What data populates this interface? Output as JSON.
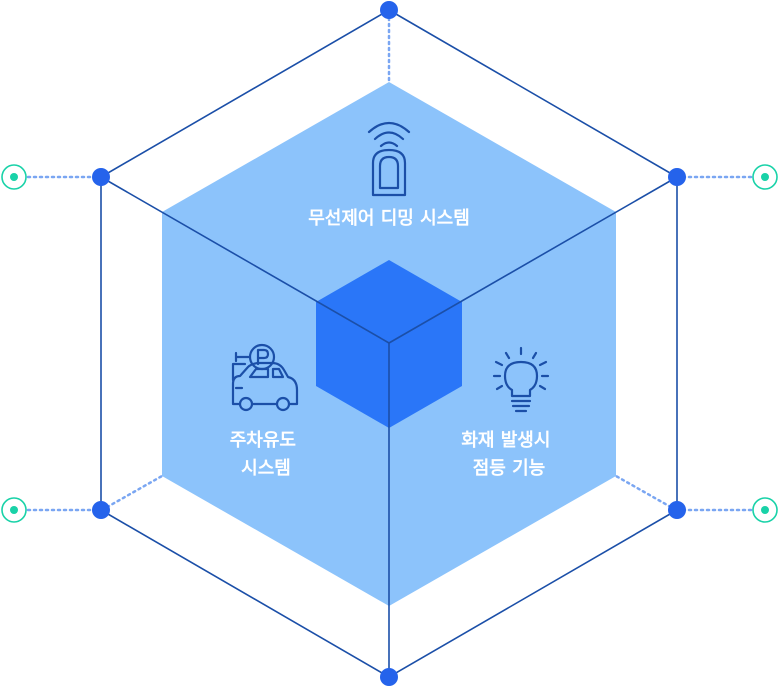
{
  "diagram": {
    "colors": {
      "outline": "#1b4fa8",
      "node": "#2563eb",
      "hex_fill": "#8cc3fb",
      "cube": "#2a76f8",
      "connector_dots": "#7aa6f2",
      "endpoint": "#19d2a8"
    },
    "segments": [
      {
        "name": "wireless-dimming-system",
        "icon": "wireless-remote-icon",
        "label_lines": [
          "무선제어 디밍 시스템"
        ]
      },
      {
        "name": "parking-guidance-system",
        "icon": "parking-car-icon",
        "label_lines": [
          "주차유도",
          "시스템"
        ]
      },
      {
        "name": "fire-emergency-lighting",
        "icon": "light-bulb-icon",
        "label_lines": [
          "화재 발생시",
          "점등 기능"
        ]
      }
    ]
  }
}
